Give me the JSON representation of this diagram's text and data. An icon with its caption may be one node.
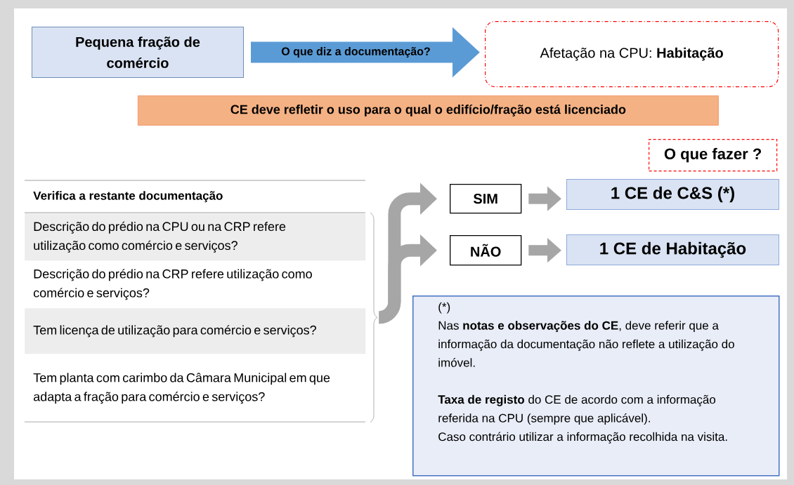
{
  "diagram": {
    "nodes": [
      {
        "text": [
          "Pequena fração de comércio"
        ]
      },
      {
        "text": [
          "Afetação na CPU: **Habitação**"
        ]
      },
      {
        "text": [
          "CE deve refletir o uso para o qual o edifício/fração está licenciado"
        ]
      },
      {
        "text": [
          "O que fazer ?"
        ]
      },
      {
        "text": [
          "Verifica a restante documentação"
        ]
      },
      {
        "text": [
          "Descrição do prédio na CPU ou na CRP refere utilização como comércio e serviços?"
        ]
      },
      {
        "text": [
          "Descrição do prédio na CRP refere utilização como comércio e serviços?"
        ]
      },
      {
        "text": [
          "Tem licença de utilização para comércio e serviços?"
        ]
      },
      {
        "text": [
          "Tem planta com carimbo da Câmara Municipal em que adapta a fração para comércio e serviços?"
        ]
      },
      {
        "text": [],
        "shape": "brace"
      },
      {
        "text": [
          "SIM"
        ]
      },
      {
        "text": [
          "NÃO"
        ]
      },
      {
        "text": [
          "1 CE de C&S (*)"
        ]
      },
      {
        "text": [
          "1 CE de Habitação"
        ]
      },
      {
        "text": [
          "(*)",
          "Nas **notas e observações do CE**, deve referir que a informação da documentação não reflete a utilização do imóvel.",
          "**Taxa de registo** do CE de acordo com a informação referida na CPU (sempre que aplicável).",
          "Caso contrário utilizar a informação recolhida na visita."
        ]
      }
    ],
    "edges": [
      {
        "from": 0,
        "to": 1,
        "arrow": "to",
        "label": "O que diz a documentação?",
        "color": "#5b9bd5"
      },
      {
        "from": 9,
        "to": 10,
        "arrow": "to"
      },
      {
        "from": 9,
        "to": 11,
        "arrow": "to"
      },
      {
        "from": 10,
        "to": 12,
        "arrow": "to"
      },
      {
        "from": 11,
        "to": 13,
        "arrow": "to"
      }
    ]
  }
}
